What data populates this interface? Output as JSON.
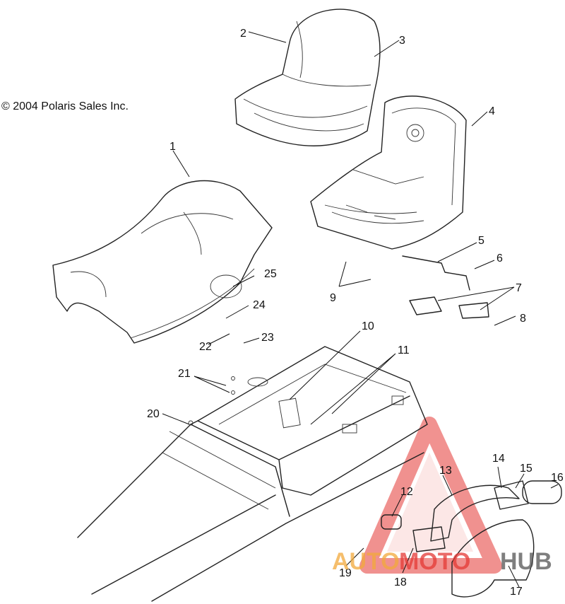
{
  "copyright": "© 2004 Polaris Sales Inc.",
  "callouts": {
    "c1": "1",
    "c2": "2",
    "c3": "3",
    "c4": "4",
    "c5": "5",
    "c6": "6",
    "c7": "7",
    "c8": "8",
    "c9": "9",
    "c10": "10",
    "c11": "11",
    "c12": "12",
    "c13": "13",
    "c14": "14",
    "c15": "15",
    "c16": "16",
    "c17": "17",
    "c18": "18",
    "c19": "19",
    "c20": "20",
    "c21": "21",
    "c22": "22",
    "c23": "23",
    "c24": "24",
    "c25": "25"
  },
  "watermark": {
    "word_left": "AUTO",
    "word_mid": "MOTO",
    "word_right": "HUB",
    "color_primary": "#e53935",
    "color_secondary": "#f2a93b",
    "color_dark": "#555555"
  }
}
